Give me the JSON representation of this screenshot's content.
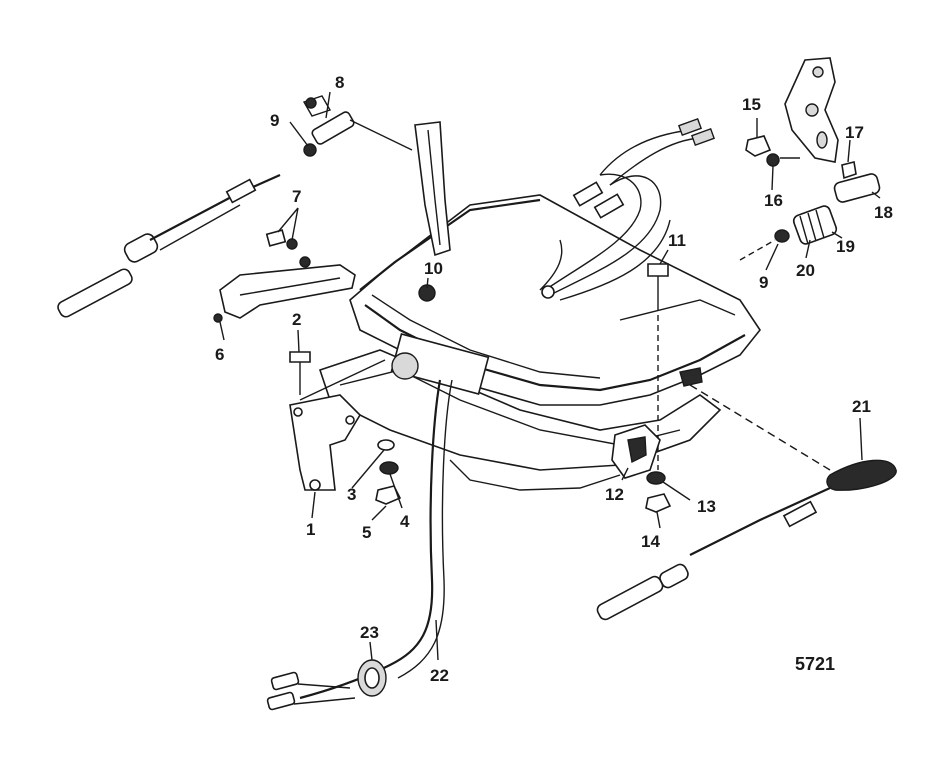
{
  "figure_number": "5721",
  "callouts": [
    {
      "id": "c1",
      "label": "1"
    },
    {
      "id": "c2",
      "label": "2"
    },
    {
      "id": "c3",
      "label": "3"
    },
    {
      "id": "c4",
      "label": "4"
    },
    {
      "id": "c5",
      "label": "5"
    },
    {
      "id": "c6",
      "label": "6"
    },
    {
      "id": "c7",
      "label": "7"
    },
    {
      "id": "c8",
      "label": "8"
    },
    {
      "id": "c9a",
      "label": "9"
    },
    {
      "id": "c9b",
      "label": "9"
    },
    {
      "id": "c10",
      "label": "10"
    },
    {
      "id": "c11",
      "label": "11"
    },
    {
      "id": "c12",
      "label": "12"
    },
    {
      "id": "c13",
      "label": "13"
    },
    {
      "id": "c14",
      "label": "14"
    },
    {
      "id": "c15",
      "label": "15"
    },
    {
      "id": "c16",
      "label": "16"
    },
    {
      "id": "c17",
      "label": "17"
    },
    {
      "id": "c18",
      "label": "18"
    },
    {
      "id": "c19",
      "label": "19"
    },
    {
      "id": "c20",
      "label": "20"
    },
    {
      "id": "c21",
      "label": "21"
    },
    {
      "id": "c22",
      "label": "22"
    },
    {
      "id": "c23",
      "label": "23"
    }
  ]
}
